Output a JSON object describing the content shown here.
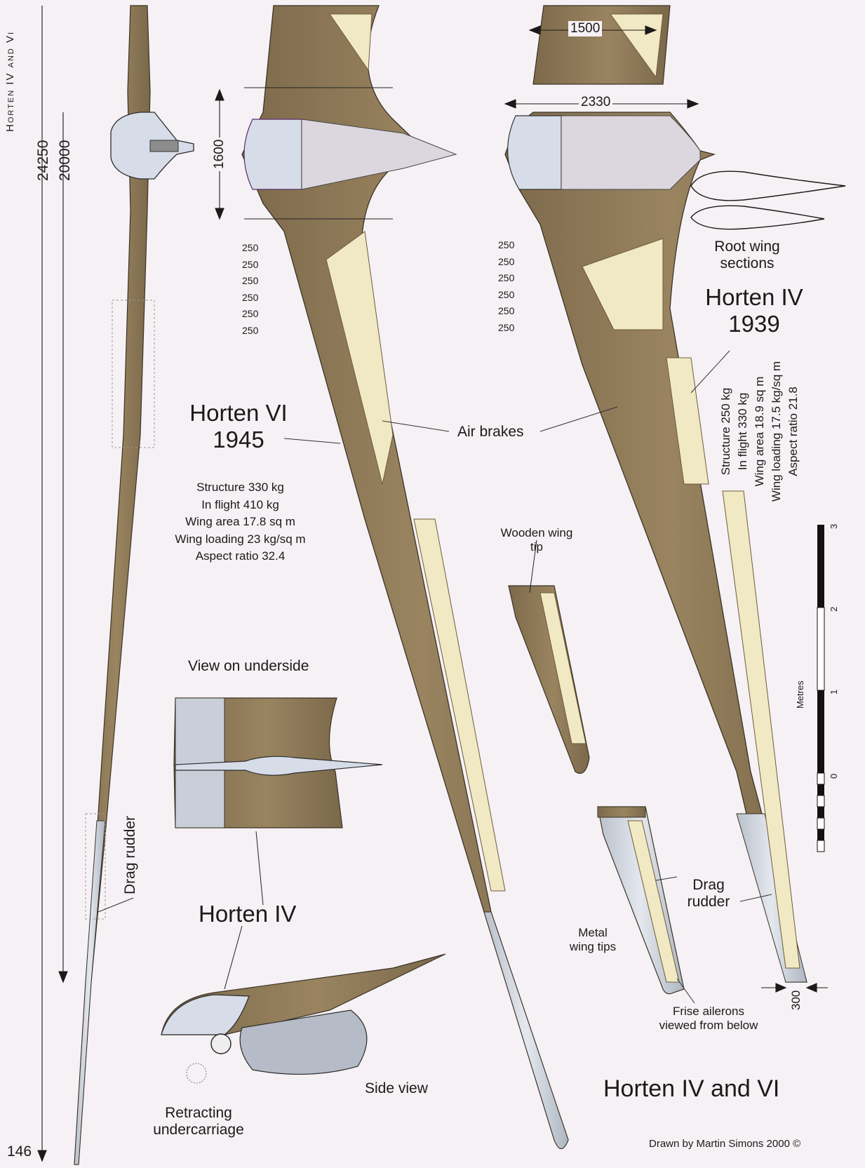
{
  "page": {
    "running_header": "Horten IV and Vi",
    "page_number": "146",
    "credit": "Drawn by Martin Simons 2000 ©",
    "main_title": "Horten IV and VI"
  },
  "dimensions": {
    "span_vi": "24250",
    "span_iv": "20000",
    "root_chord_vi": "1600",
    "chord_1500": "1500",
    "chord_2330": "2330",
    "tip_chord": "300",
    "rib_spacing": [
      "250",
      "250",
      "250",
      "250",
      "250",
      "250"
    ]
  },
  "horten_vi": {
    "name": "Horten VI",
    "year": "1945",
    "specs": [
      "Structure 330 kg",
      "In flight 410 kg",
      "Wing area 17.8 sq m",
      "Wing loading 23 kg/sq m",
      "Aspect ratio 32.4"
    ]
  },
  "horten_iv": {
    "name": "Horten IV",
    "year": "1939",
    "specs": [
      "Structure 250 kg",
      "In flight 330 kg",
      "Wing area 18.9 sq m",
      "Wing loading 17.5 kg/sq m",
      "Aspect ratio 21.8"
    ]
  },
  "labels": {
    "air_brakes": "Air brakes",
    "root_wing_sections": [
      "Root wing",
      "sections"
    ],
    "wooden_wing_tip": [
      "Wooden wing",
      "tip"
    ],
    "view_on_underside": "View on underside",
    "horten_iv_side": "Horten IV",
    "side_view": "Side view",
    "retracting_undercarriage": [
      "Retracting",
      "undercarriage"
    ],
    "drag_rudder_left": "Drag rudder",
    "drag_rudder_right": [
      "Drag",
      "rudder"
    ],
    "metal_wing_tips": [
      "Metal",
      "wing tips"
    ],
    "frise_ailerons": [
      "Frise ailerons",
      "viewed from below"
    ]
  },
  "scale_bar": {
    "unit": "Metres",
    "ticks": [
      "0",
      "1",
      "2",
      "3"
    ]
  },
  "colors": {
    "wood": "#8c7856",
    "wood_dark": "#6f5e43",
    "fabric": "#f1e9c4",
    "metal": "#c9cfd8",
    "canopy": "#d6dde8",
    "ink": "#1a1a1a"
  }
}
